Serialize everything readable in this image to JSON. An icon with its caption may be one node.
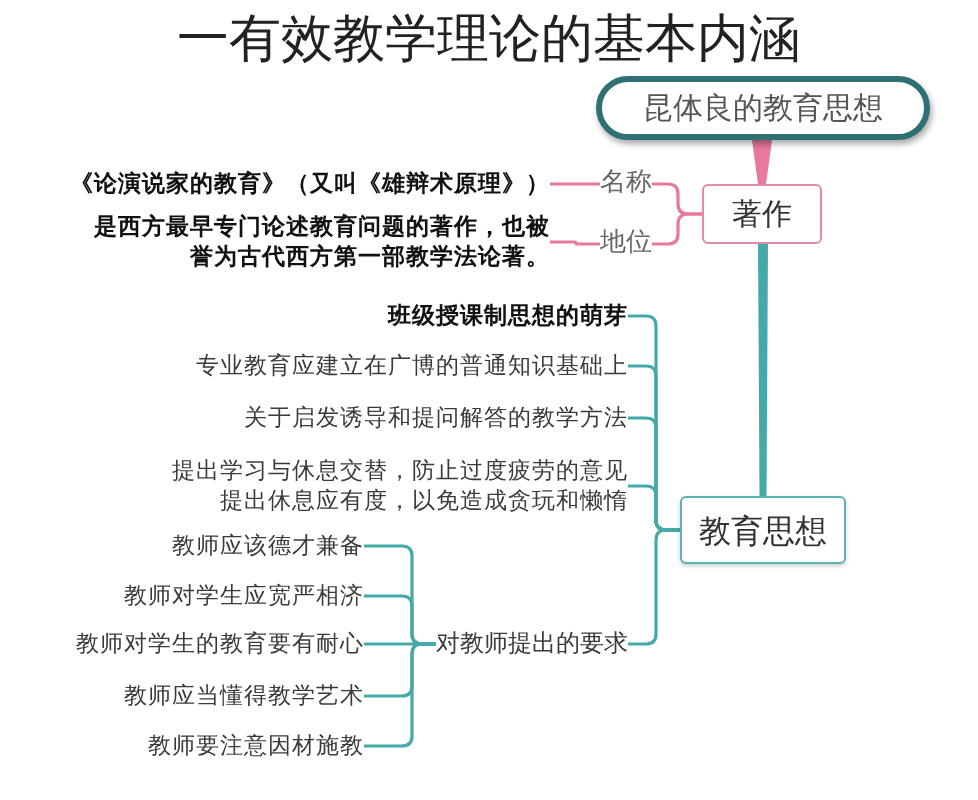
{
  "diagram": {
    "title": "一有效教学理论的基本内涵",
    "nodes": [
      {
        "text": [
          "昆体良的教育思想"
        ]
      },
      {
        "text": [
          "著作"
        ]
      },
      {
        "text": [
          "名称"
        ]
      },
      {
        "text": [
          "《论演说家的教育》（又叫《雄辩术原理》）"
        ]
      },
      {
        "text": [
          "地位"
        ]
      },
      {
        "text": [
          "是西方最早专门论述教育问题的著作，也被誉为古代西方第一部教学法论著。"
        ]
      },
      {
        "text": [
          "教育思想"
        ]
      },
      {
        "text": [
          "班级授课制思想的萌芽"
        ]
      },
      {
        "text": [
          "专业教育应建立在广博的普通知识基础上"
        ]
      },
      {
        "text": [
          "关于启发诱导和提问解答的教学方法"
        ]
      },
      {
        "text": [
          "提出学习与休息交替，防止过度疲劳的意见提出休息应有度，以免造成贪玩和懒惰"
        ]
      },
      {
        "text": [
          "对教师提出的要求"
        ]
      },
      {
        "text": [
          "教师应该德才兼备"
        ]
      },
      {
        "text": [
          "教师对学生应宽严相济"
        ]
      },
      {
        "text": [
          "教师对学生的教育要有耐心"
        ]
      },
      {
        "text": [
          "教师应当懂得教学艺术"
        ]
      },
      {
        "text": [
          "教师要注意因材施教"
        ]
      }
    ],
    "edges": [
      {
        "from": 0,
        "to": 1,
        "arrow": "none",
        "style": "thick",
        "color": "#e8799b"
      },
      {
        "from": 1,
        "to": 6,
        "arrow": "none",
        "style": "thick"
      },
      {
        "from": 1,
        "to": 2,
        "arrow": "none",
        "color": "#e8799b"
      },
      {
        "from": 1,
        "to": 4,
        "arrow": "none",
        "color": "#e8799b"
      },
      {
        "from": 2,
        "to": 3,
        "arrow": "none",
        "color": "#e8799b"
      },
      {
        "from": 4,
        "to": 5,
        "arrow": "none",
        "color": "#e8799b"
      },
      {
        "from": 6,
        "to": 7,
        "arrow": "none"
      },
      {
        "from": 6,
        "to": 8,
        "arrow": "none"
      },
      {
        "from": 6,
        "to": 9,
        "arrow": "none"
      },
      {
        "from": 6,
        "to": 10,
        "arrow": "none"
      },
      {
        "from": 6,
        "to": 11,
        "arrow": "none"
      },
      {
        "from": 11,
        "to": 12,
        "arrow": "none"
      },
      {
        "from": 11,
        "to": 13,
        "arrow": "none"
      },
      {
        "from": 11,
        "to": 14,
        "arrow": "none"
      },
      {
        "from": 11,
        "to": 15,
        "arrow": "none"
      },
      {
        "from": 11,
        "to": 16,
        "arrow": "none"
      }
    ]
  }
}
